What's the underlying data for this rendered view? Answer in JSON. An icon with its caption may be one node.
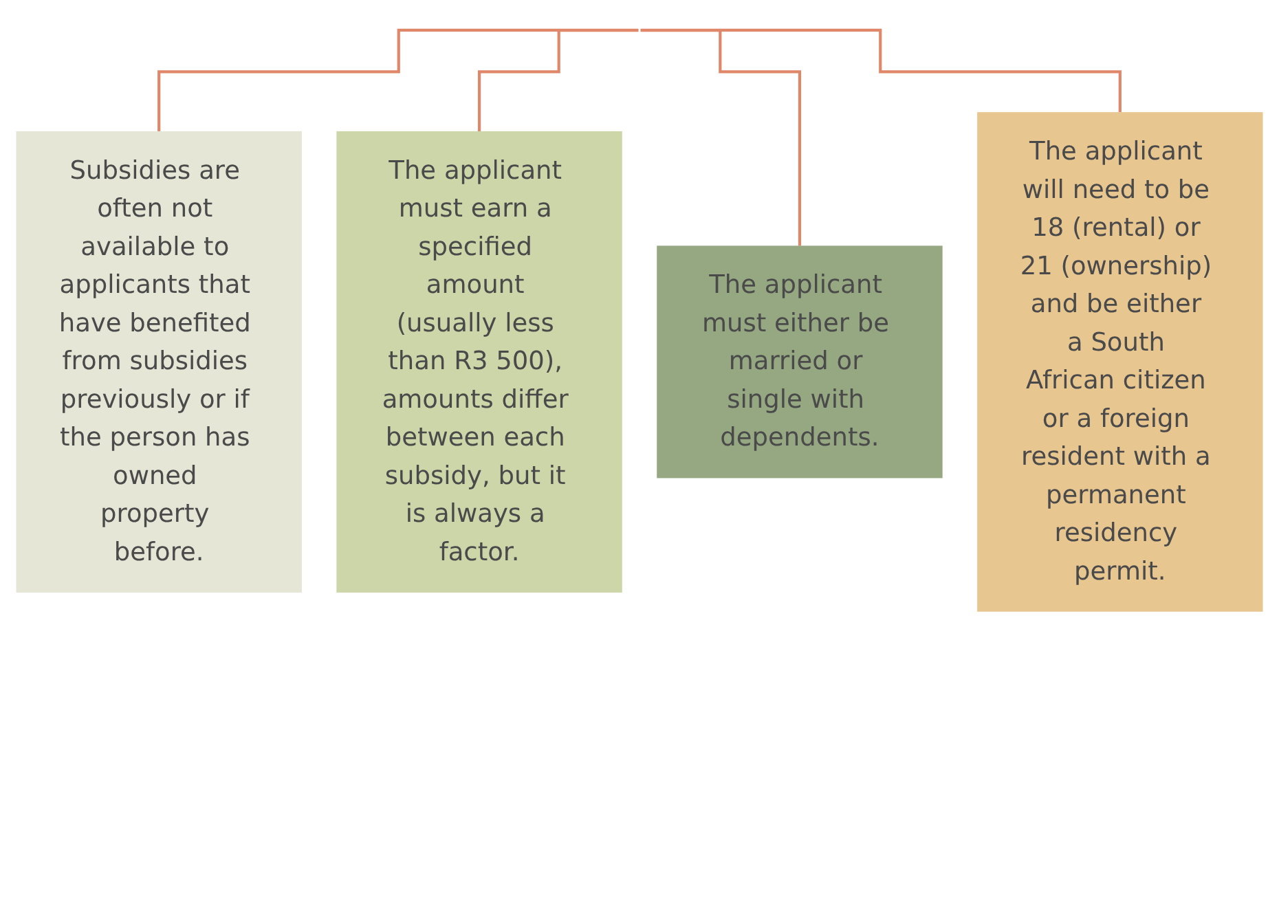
{
  "diagram": {
    "nodes": [
      {
        "text": [
          "Subsidies are often not available to applicants that have benefited from subsidies previously or if the person has owned property before."
        ]
      },
      {
        "text": [
          "The applicant must earn a specified amount (usually less than R3 500), amounts differ between each subsidy, but it is always a factor."
        ]
      },
      {
        "text": [
          "The applicant must either be married or single with dependents."
        ]
      },
      {
        "text": [
          "The applicant will need to be 18 (rental) or 21 (ownership) and be either a South African citizen or a foreign resident with a permanent residency permit."
        ]
      }
    ],
    "edges": [
      {
        "from": null,
        "to": 0,
        "arrow": "none"
      },
      {
        "from": null,
        "to": 1,
        "arrow": "none"
      },
      {
        "from": null,
        "to": 2,
        "arrow": "none"
      },
      {
        "from": null,
        "to": 3,
        "arrow": "none"
      }
    ]
  }
}
